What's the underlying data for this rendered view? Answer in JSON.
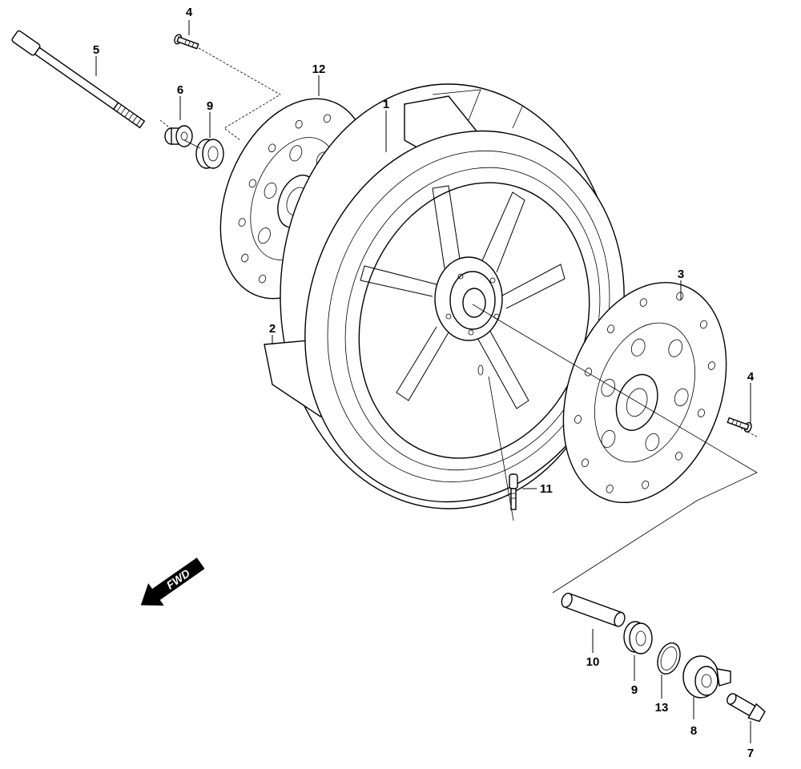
{
  "callouts": {
    "c1": "1",
    "c2": "2",
    "c3": "3",
    "c4a": "4",
    "c4b": "4",
    "c5": "5",
    "c6": "6",
    "c7": "7",
    "c8": "8",
    "c9a": "9",
    "c9b": "9",
    "c10": "10",
    "c11": "11",
    "c12": "12",
    "c13": "13"
  },
  "direction_label": "FWD",
  "colors": {
    "line": "#000000",
    "background": "#ffffff"
  }
}
